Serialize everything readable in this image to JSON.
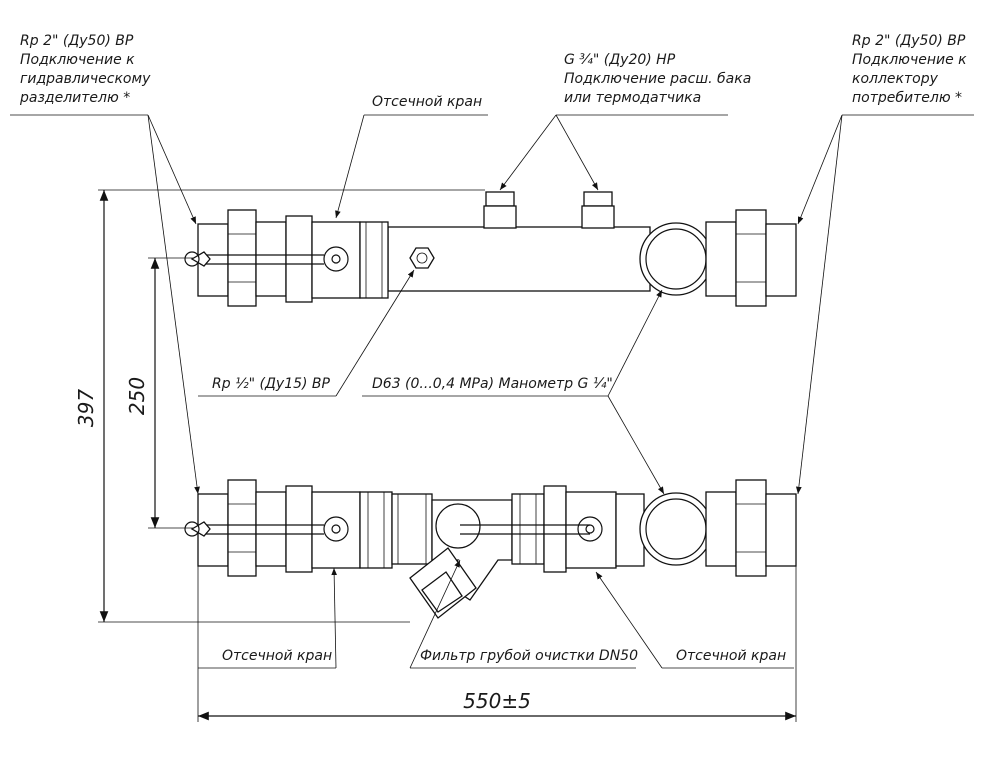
{
  "labels": {
    "top_left": {
      "line1": "Rp 2\" (Ду50) ВР",
      "line2": "Подключение к",
      "line3": "гидравлическому",
      "line4": "разделителю *"
    },
    "top_middle": {
      "line1": "G ¾\" (Ду20) НР",
      "line2": "Подключение расш. бака",
      "line3": "или термодатчика"
    },
    "top_right": {
      "line1": "Rp 2\" (Ду50) ВР",
      "line2": "Подключение к",
      "line3": "коллектору",
      "line4": "потребителю *"
    },
    "shutoff_valve_top": "Отсечной кран",
    "port_half_inch": "Rp ½\" (Ду15) ВР",
    "manometer": "D63 (0...0,4 MPa) Манометр G ¼\"",
    "shutoff_valve_bottom_left": "Отсечной кран",
    "filter": "Фильтр грубой очистки DN50",
    "shutoff_valve_bottom_right": "Отсечной кран"
  },
  "dimensions": {
    "overall_height": "397",
    "pipe_spacing": "250",
    "overall_width": "550±5"
  }
}
